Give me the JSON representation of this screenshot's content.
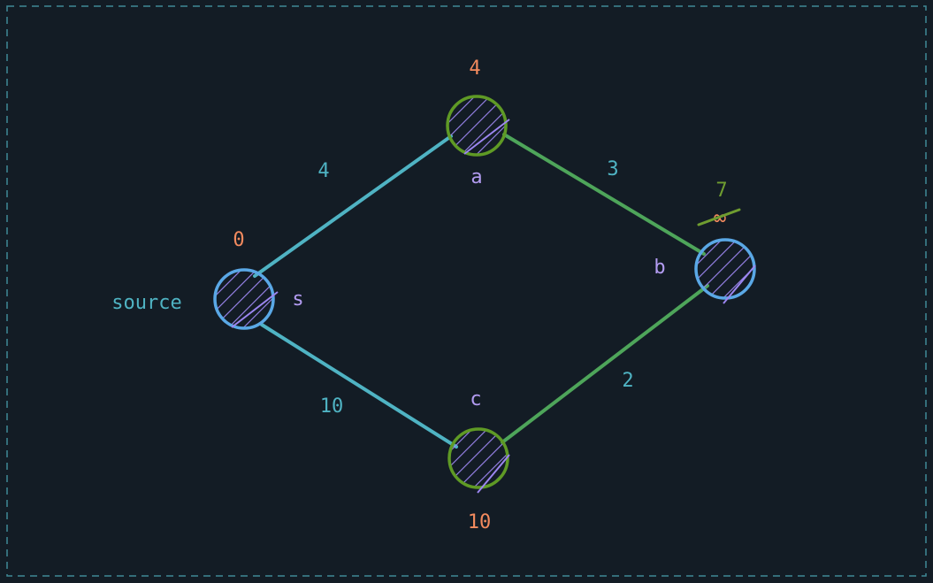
{
  "source_label": "source",
  "nodes": {
    "s": {
      "label": "s",
      "distance": "0"
    },
    "a": {
      "label": "a",
      "distance": "4"
    },
    "b": {
      "label": "b",
      "old_distance": "∞",
      "distance": "7"
    },
    "c": {
      "label": "c",
      "distance": "10"
    }
  },
  "edges": {
    "s_a": {
      "weight": "4"
    },
    "s_c": {
      "weight": "10"
    },
    "a_b": {
      "weight": "3"
    },
    "c_b": {
      "weight": "2"
    }
  },
  "colors": {
    "background": "#131c25",
    "frame": "#3f8a96",
    "edge_blue": "#4fb3c3",
    "edge_green": "#4ea55a",
    "node_blue_ring": "#5aa8e6",
    "node_green_ring": "#5f9a25",
    "hatch": "#9c86f0",
    "node_label": "#b39cf2",
    "distance": "#f28a5e",
    "new_distance": "#6f9d30",
    "weight": "#4fb3c3",
    "source_text": "#4fb3c3"
  }
}
